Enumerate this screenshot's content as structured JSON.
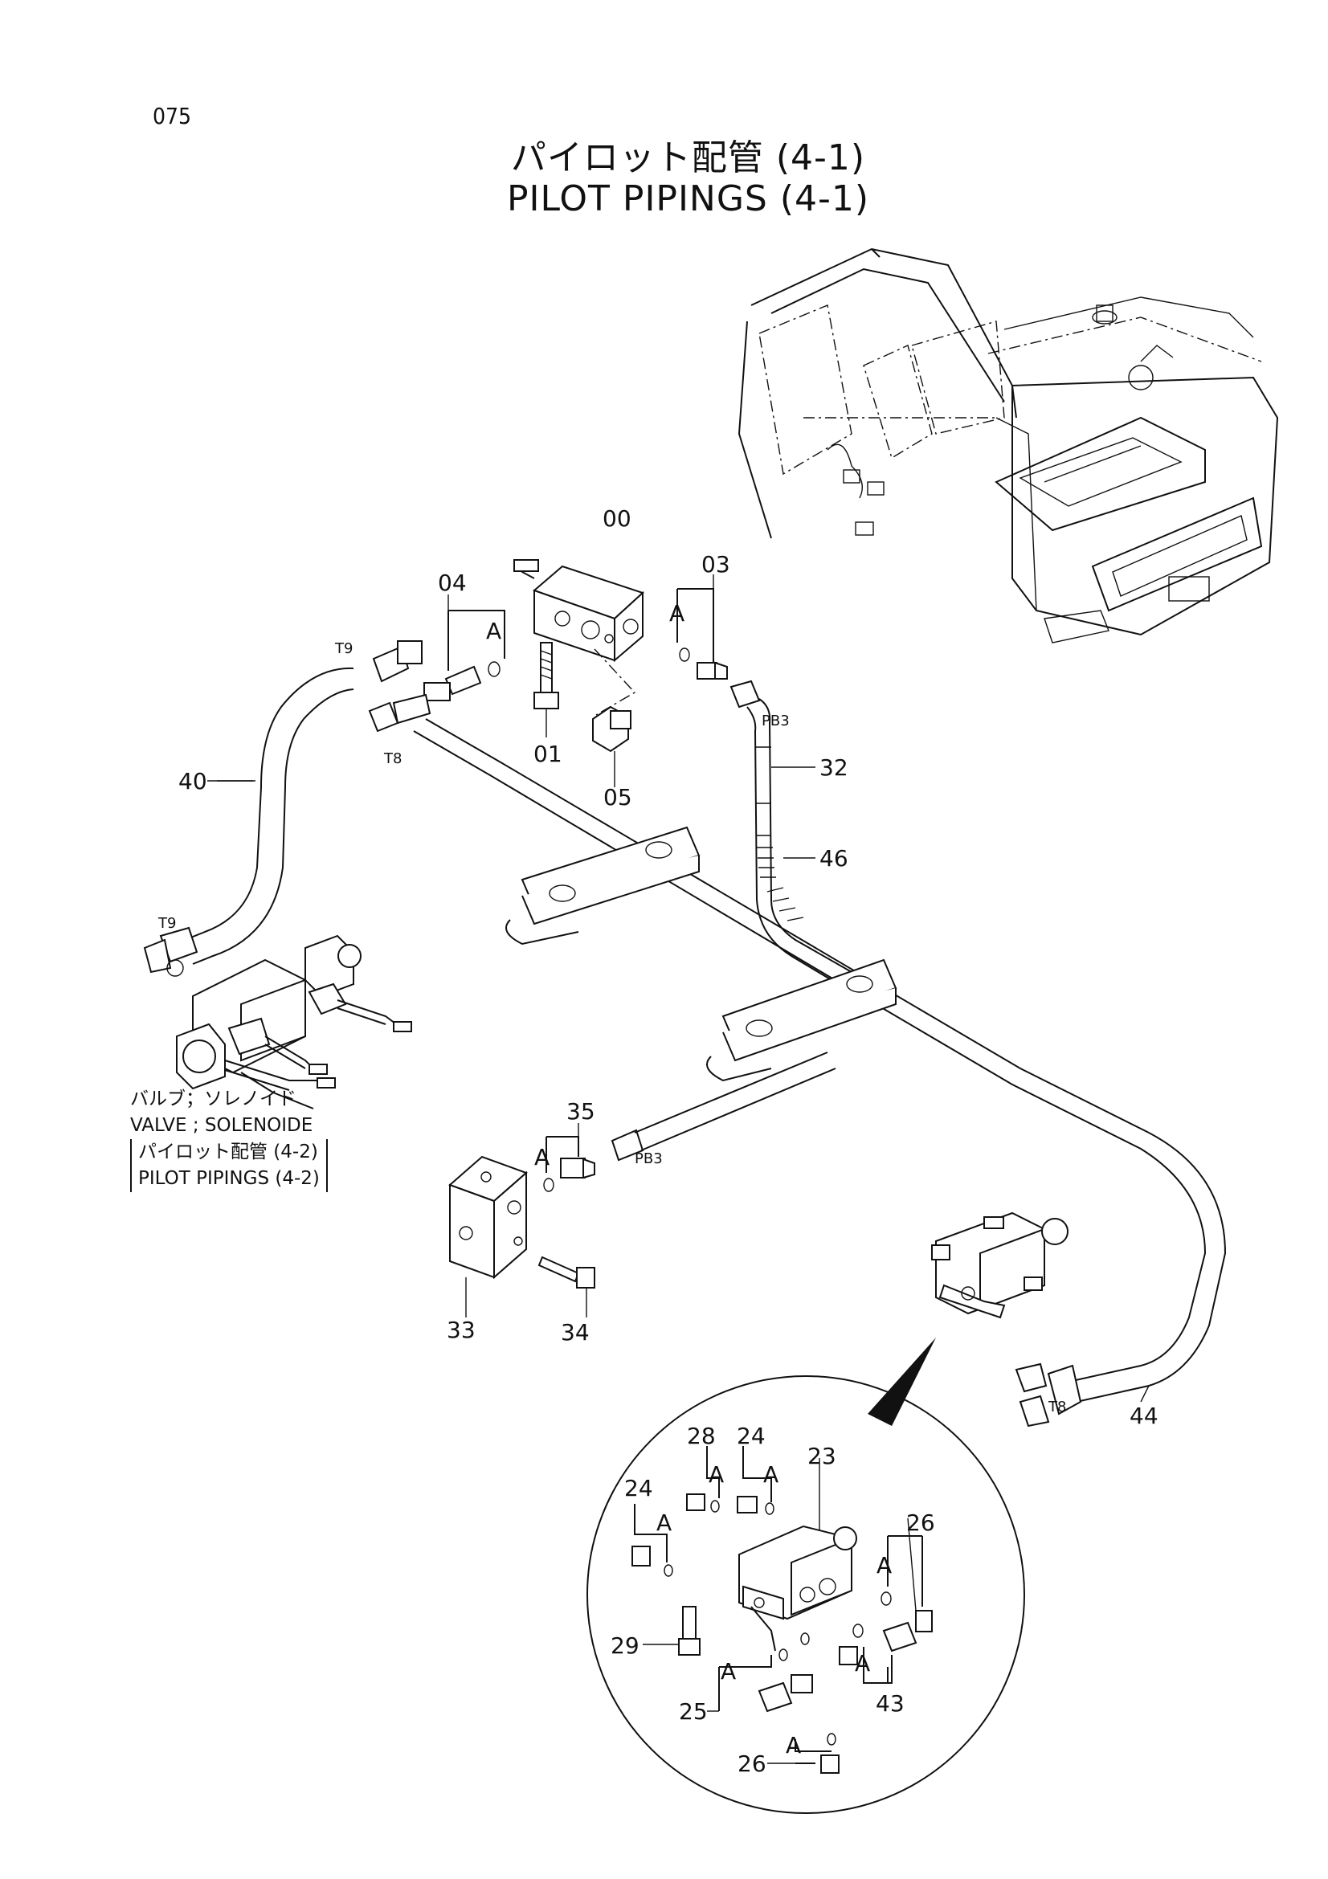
{
  "page_number": "075",
  "title_jp": "パイロット配管 (4-1)",
  "title_en": "PILOT PIPINGS (4-1)",
  "note": {
    "line1": "バルブ；ソレノイド",
    "line2": "VALVE ; SOLENOIDE",
    "line3": "パイロット配管 (4-2)",
    "line4": "PILOT  PIPINGS (4-2)"
  },
  "callouts": {
    "c00": "00",
    "c01": "01",
    "c03": "03",
    "c04": "04",
    "c05": "05",
    "c23": "23",
    "c24a": "24",
    "c24b": "24",
    "c25": "25",
    "c26a": "26",
    "c26b": "26",
    "c28": "28",
    "c29": "29",
    "c32": "32",
    "c33": "33",
    "c34": "34",
    "c35": "35",
    "c40": "40",
    "c43": "43",
    "c44": "44",
    "c46": "46"
  },
  "letters": {
    "a1": "A",
    "a2": "A",
    "a3": "A",
    "a4": "A",
    "a5": "A",
    "a6": "A",
    "a7": "A",
    "a8": "A",
    "a9": "A",
    "a10": "A"
  },
  "port_labels": {
    "t9_top": "T9",
    "t9_bottom": "T9",
    "t8_top": "T8",
    "t8_bottom": "T8",
    "pb3_top": "PB3",
    "pb3_bottom": "PB3"
  }
}
